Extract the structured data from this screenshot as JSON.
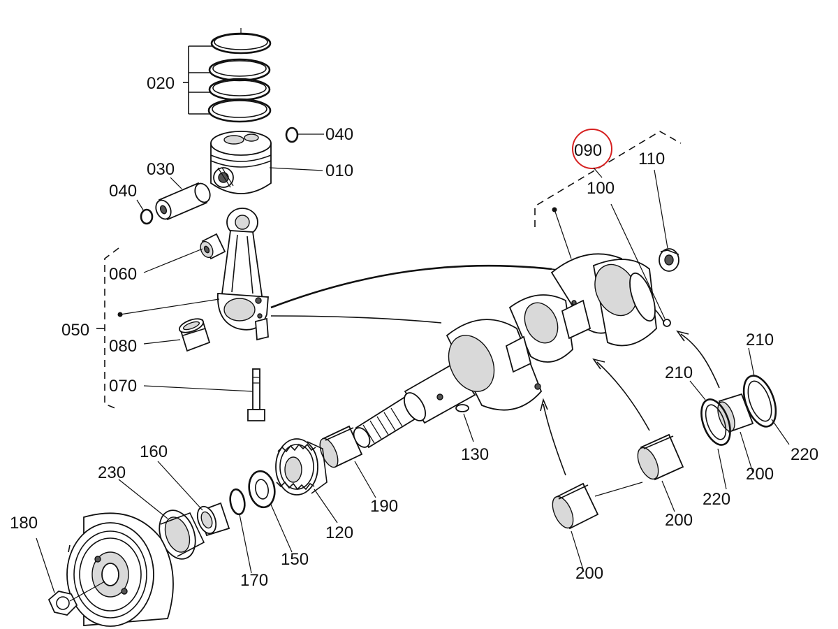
{
  "highlight_color": "#d62020",
  "labels": {
    "p010": "010",
    "p020": "020",
    "p030": "030",
    "p040a": "040",
    "p040b": "040",
    "p050": "050",
    "p060": "060",
    "p070": "070",
    "p080": "080",
    "p090": "090",
    "p100": "100",
    "p110": "110",
    "p120": "120",
    "p130": "130",
    "p150": "150",
    "p160": "160",
    "p170": "170",
    "p180": "180",
    "p190": "190",
    "p200a": "200",
    "p200b": "200",
    "p200c": "200",
    "p210a": "210",
    "p210b": "210",
    "p220a": "220",
    "p220b": "220",
    "p230": "230"
  }
}
